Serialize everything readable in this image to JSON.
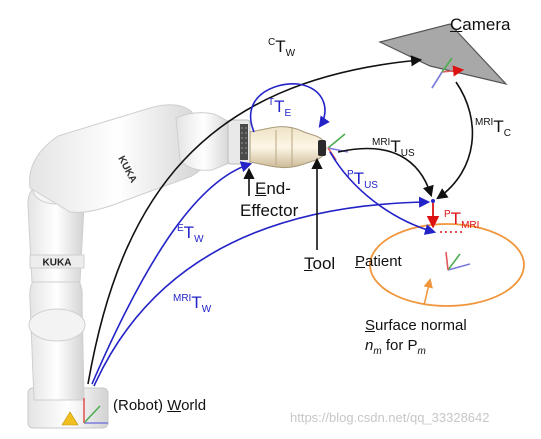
{
  "labels": {
    "camera": {
      "first": "C",
      "rest": "amera"
    },
    "cTw": {
      "sup": "C",
      "main": "T",
      "sub": "W"
    },
    "mriTc": {
      "sup": "MRI",
      "main": "T",
      "sub": "C"
    },
    "tTe": {
      "sup": "T",
      "main": "T",
      "sub": "E"
    },
    "mriTus": {
      "sup": "MRI",
      "main": "T",
      "sub": "US"
    },
    "pTus": {
      "sup": "P",
      "main": "T",
      "sub": "US"
    },
    "pTmri": {
      "sup": "P",
      "main": "T",
      "sub": "MRI"
    },
    "eTw": {
      "sup": "E",
      "main": "T",
      "sub": "W"
    },
    "mriTw": {
      "sup": "MRI",
      "main": "T",
      "sub": "W"
    },
    "end_effector": {
      "first": "E",
      "rest": "nd-",
      "line2": "Effector"
    },
    "tool": {
      "first": "T",
      "rest": "ool"
    },
    "patient": {
      "first": "P",
      "rest": "atient"
    },
    "surface_normal": {
      "first": "S",
      "rest": "urface normal",
      "n": "n",
      "m": "m",
      "for": " for P",
      "pm": "m"
    },
    "world": {
      "pre": "(Robot) ",
      "first": "W",
      "rest": "orld"
    },
    "watermark": "https://blog.csdn.net/qq_33328642"
  },
  "robot_brand": "KUKA",
  "colors": {
    "black": "#111111",
    "blue": "#2323c8",
    "red": "#dd1111",
    "orange": "#f0963c",
    "camera_fill": "#a8a8a8",
    "frame_red": "#e05a5a",
    "frame_green": "#4caf50",
    "frame_blue": "#7b7bdc"
  }
}
